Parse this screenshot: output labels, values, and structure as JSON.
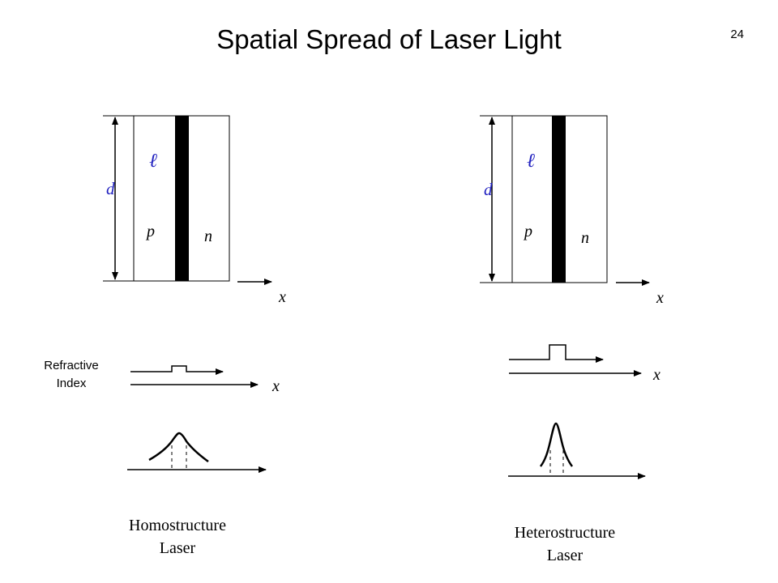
{
  "slide": {
    "title": "Spatial Spread of Laser Light",
    "page_number": "24"
  },
  "colors": {
    "accent_label": "#1f1fbf",
    "ink": "#000000"
  },
  "left": {
    "dimension_label": "d",
    "ell_label": "ℓ",
    "p_label": "p",
    "n_label": "n",
    "axis_label": "x",
    "index_label_1": "Refractive",
    "index_label_2": "Index",
    "index_axis_label": "x",
    "caption_1": "Homostructure",
    "caption_2": "Laser"
  },
  "right": {
    "dimension_label": "d",
    "ell_label": "ℓ",
    "p_label": "p",
    "n_label": "n",
    "axis_label": "x",
    "index_axis_label": "x",
    "caption_1": "Heterostructure",
    "caption_2": "Laser"
  }
}
